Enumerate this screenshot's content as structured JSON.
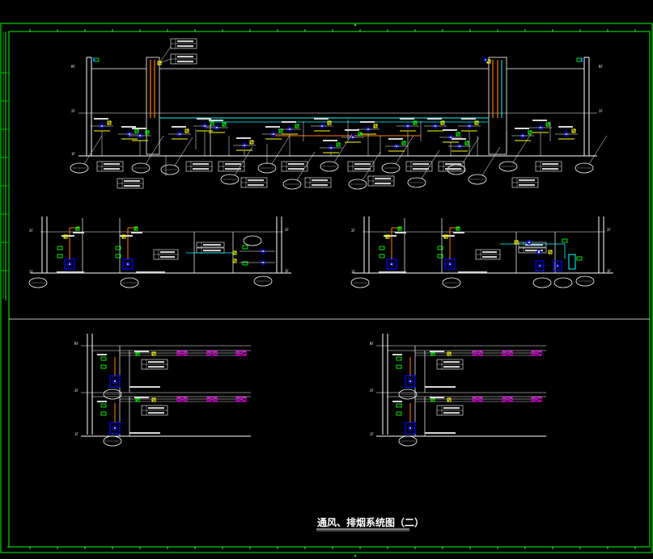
{
  "drawing": {
    "title": "通风、排烟系统图（二）",
    "colors": {
      "background": "#000000",
      "frame": "#00ff00",
      "line": "#ffffff",
      "duct_cyan": "#00ffff",
      "duct_orange": "#ff7f00",
      "fan_blue": "#0000ff",
      "damper_yellow": "#ffff00",
      "damper_magenta": "#ff00ff",
      "grille_green": "#00ff00"
    },
    "levels": {
      "roof": "RF",
      "f2": "2F",
      "f1": "1F"
    },
    "panels": [
      "top-system",
      "middle-left-system",
      "middle-right-system",
      "bottom-left-system",
      "bottom-right-system"
    ]
  }
}
